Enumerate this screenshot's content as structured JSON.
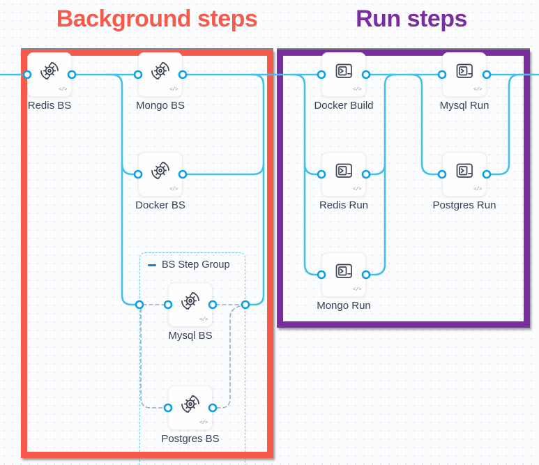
{
  "titles": {
    "background": {
      "label": "Background steps",
      "color": "#F75A4B"
    },
    "run": {
      "label": "Run steps",
      "color": "#7A2D9E"
    }
  },
  "group": {
    "label": "BS Step Group"
  },
  "card_badge": "</>",
  "colors": {
    "background_box": "#F75A4B",
    "run_box": "#7A2D9E",
    "connector_blue": "#41C0EA",
    "port_ring": "#0EA0DE",
    "connector_dashed_gray": "#A4A7B9",
    "group_border_blue": "#66C8F0",
    "node_label_text": "#3A3E55",
    "icon_stroke": "#3F4254"
  },
  "nodes": [
    {
      "id": "redis-bs",
      "label": "Redis BS",
      "icon": "background-step-icon",
      "section": "background"
    },
    {
      "id": "mongo-bs",
      "label": "Mongo BS",
      "icon": "background-step-icon",
      "section": "background"
    },
    {
      "id": "docker-bs",
      "label": "Docker BS",
      "icon": "background-step-icon",
      "section": "background"
    },
    {
      "id": "mysql-bs",
      "label": "Mysql BS",
      "icon": "background-step-icon",
      "section": "background-group"
    },
    {
      "id": "postgres-bs",
      "label": "Postgres BS",
      "icon": "background-step-icon",
      "section": "background-group"
    },
    {
      "id": "docker-build",
      "label": "Docker Build",
      "icon": "run-step-icon",
      "section": "run"
    },
    {
      "id": "mysql-run",
      "label": "Mysql Run",
      "icon": "run-step-icon",
      "section": "run"
    },
    {
      "id": "redis-run",
      "label": "Redis Run",
      "icon": "run-step-icon",
      "section": "run"
    },
    {
      "id": "postgres-run",
      "label": "Postgres Run",
      "icon": "run-step-icon",
      "section": "run"
    },
    {
      "id": "mongo-run",
      "label": "Mongo Run",
      "icon": "run-step-icon",
      "section": "run"
    }
  ]
}
